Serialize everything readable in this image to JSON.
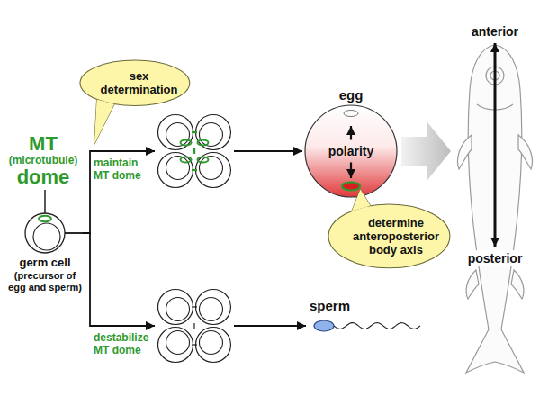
{
  "diagram": {
    "nodes": [
      {
        "text": [
          "germ cell",
          "(precursor of egg and sperm)"
        ]
      },
      {
        "text": [
          "sex determination"
        ]
      },
      {
        "text": [
          "egg",
          "polarity"
        ]
      },
      {
        "text": [
          "determine anteroposterior body axis"
        ]
      },
      {
        "text": [
          "sperm"
        ]
      },
      {
        "text": [
          "anterior",
          "posterior"
        ]
      }
    ],
    "edges": [
      {
        "from": 0,
        "to": 2,
        "arrow": "to",
        "label": "maintain MT dome"
      },
      {
        "from": 0,
        "to": 4,
        "arrow": "to",
        "label": "destabilize MT dome"
      },
      {
        "from": 2,
        "to": 5,
        "arrow": "to"
      }
    ],
    "labels": [
      "MT (microtubule) dome"
    ]
  }
}
